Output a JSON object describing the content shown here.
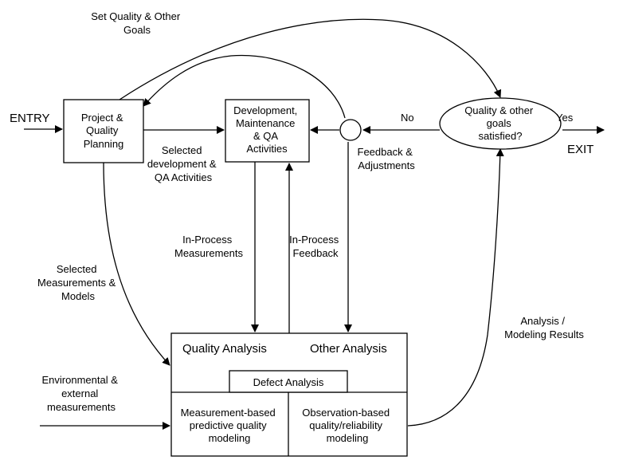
{
  "labels": {
    "entry": "ENTRY",
    "exit": "EXIT",
    "set_goals": [
      "Set Quality & Other",
      "Goals"
    ],
    "no": "No",
    "yes": "Yes",
    "selected_dev": [
      "Selected",
      "development &",
      "QA Activities"
    ],
    "feedback_adj": [
      "Feedback &",
      "Adjustments"
    ],
    "in_process_meas": [
      "In-Process",
      "Measurements"
    ],
    "in_process_fb": [
      "In-Process",
      "Feedback"
    ],
    "selected_meas": [
      "Selected",
      "Measurements &",
      "Models"
    ],
    "analysis_results": [
      "Analysis /",
      "Modeling Results"
    ],
    "env_meas": [
      "Environmental &",
      "external",
      "measurements"
    ]
  },
  "nodes": {
    "planning": [
      "Project &",
      "Quality",
      "Planning"
    ],
    "dev": [
      "Development,",
      "Maintenance",
      "& QA",
      "Activities"
    ],
    "goal_check": [
      "Quality & other",
      "goals",
      "satisfied?"
    ],
    "quality_analysis": "Quality Analysis",
    "other_analysis": "Other Analysis",
    "defect_analysis": "Defect Analysis",
    "measurement_modeling": [
      "Measurement-based",
      "predictive quality",
      "modeling"
    ],
    "observation_modeling": [
      "Observation-based",
      "quality/reliability",
      "modeling"
    ]
  }
}
